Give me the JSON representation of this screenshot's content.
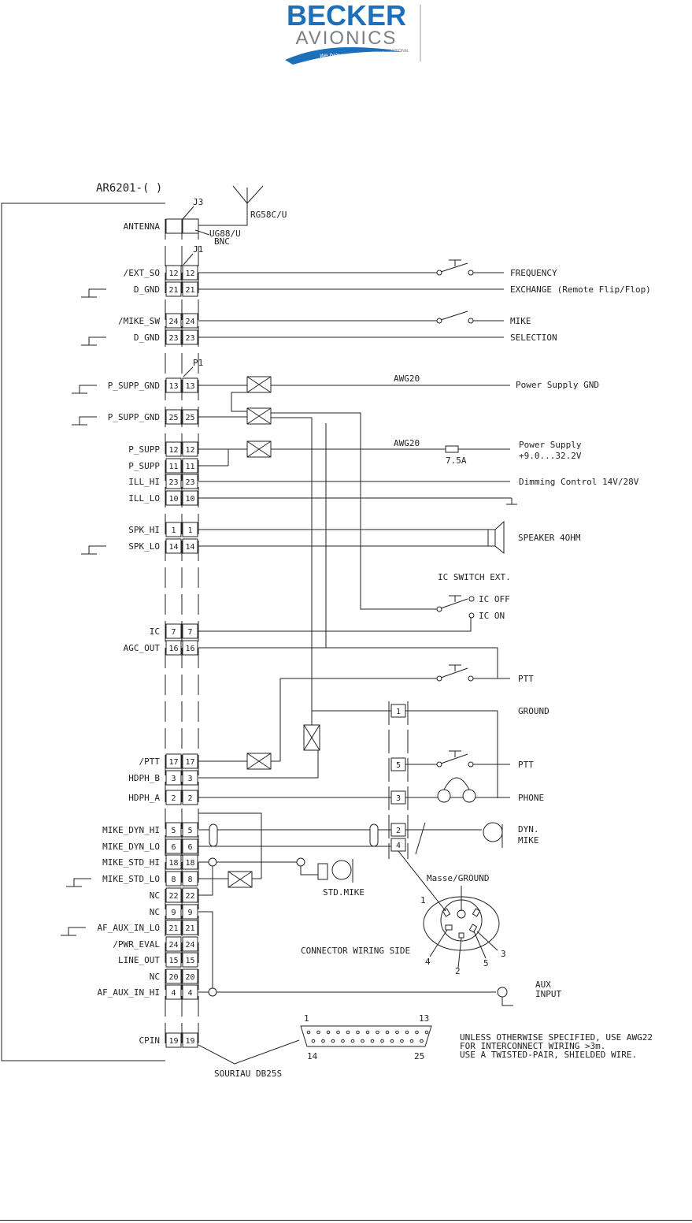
{
  "logo": {
    "line1": "BECKER",
    "line2": "AVIONICS",
    "tag": "INTERNATIONAL",
    "slogan": "we bring you home"
  },
  "unit_title": "AR6201-( )",
  "connectors": {
    "j3": "J3",
    "j1": "J1",
    "p1": "P1"
  },
  "antenna": {
    "label": "ANTENNA",
    "cable": "RG58C/U",
    "plug1": "UG88/U",
    "plug2": "BNC"
  },
  "colors": {
    "line": "#222222",
    "logo_blue": "#1c6fb8",
    "logo_gray": "#7a8088"
  },
  "j1_pins": [
    {
      "label": "/EXT_SO",
      "pin": "12",
      "gnd": false
    },
    {
      "label": "D_GND",
      "pin": "21",
      "gnd": true
    },
    {
      "label": "/MIKE_SW",
      "pin": "24",
      "gnd": false
    },
    {
      "label": "D_GND",
      "pin": "23",
      "gnd": true
    }
  ],
  "p1_pins": [
    {
      "label": "P_SUPP_GND",
      "pin": "13",
      "gnd": true
    },
    {
      "label": "P_SUPP_GND",
      "pin": "25",
      "gnd": true
    },
    {
      "label": "P_SUPP",
      "pin": "12",
      "gnd": false
    },
    {
      "label": "P_SUPP",
      "pin": "11",
      "gnd": false
    },
    {
      "label": "ILL_HI",
      "pin": "23",
      "gnd": false
    },
    {
      "label": "ILL_LO",
      "pin": "10",
      "gnd": false
    },
    {
      "label": "SPK_HI",
      "pin": "1",
      "gnd": false
    },
    {
      "label": "SPK_LO",
      "pin": "14",
      "gnd": true
    },
    {
      "label": "IC",
      "pin": "7",
      "gnd": false
    },
    {
      "label": "AGC_OUT",
      "pin": "16",
      "gnd": false
    },
    {
      "label": "/PTT",
      "pin": "17",
      "gnd": false
    },
    {
      "label": "HDPH_B",
      "pin": "3",
      "gnd": false
    },
    {
      "label": "HDPH_A",
      "pin": "2",
      "gnd": false
    },
    {
      "label": "MIKE_DYN_HI",
      "pin": "5",
      "gnd": false
    },
    {
      "label": "MIKE_DYN_LO",
      "pin": "6",
      "gnd": false
    },
    {
      "label": "MIKE_STD_HI",
      "pin": "18",
      "gnd": false
    },
    {
      "label": "MIKE_STD_LO",
      "pin": "8",
      "gnd": true
    },
    {
      "label": "NC",
      "pin": "22",
      "gnd": false
    },
    {
      "label": "NC",
      "pin": "9",
      "gnd": false
    },
    {
      "label": "AF_AUX_IN_LO",
      "pin": "21",
      "gnd": true
    },
    {
      "label": "/PWR_EVAL",
      "pin": "24",
      "gnd": false
    },
    {
      "label": "LINE_OUT",
      "pin": "15",
      "gnd": false
    },
    {
      "label": "NC",
      "pin": "20",
      "gnd": false
    },
    {
      "label": "AF_AUX_IN_HI",
      "pin": "4",
      "gnd": false
    },
    {
      "label": "CPIN",
      "pin": "19",
      "gnd": false
    }
  ],
  "right_labels": {
    "frequency": "FREQUENCY",
    "exchange": "EXCHANGE (Remote Flip/Flop)",
    "mike": "MIKE",
    "selection": "SELECTION",
    "awg1": "AWG20",
    "psu_gnd": "Power Supply GND",
    "awg2": "AWG20",
    "psu": "Power Supply",
    "psu_range": "+9.0...32.2V",
    "fuse": "7.5A",
    "dimming": "Dimming Control 14V/28V",
    "speaker": "SPEAKER 4OHM",
    "ic_switch": "IC SWITCH EXT.",
    "ic_off": "IC OFF",
    "ic_on": "IC ON",
    "ptt1": "PTT",
    "ground": "GROUND",
    "ptt2": "PTT",
    "phone": "PHONE",
    "dyn": "DYN.",
    "dyn_mike": "MIKE",
    "std_mike": "STD.MIKE",
    "masse": "Masse/GROUND",
    "wiring_side": "CONNECTOR WIRING SIDE",
    "aux": "AUX",
    "aux_input": "INPUT",
    "db_1": "1",
    "db_13": "13",
    "db_14": "14",
    "db_25": "25",
    "souriau": "SOURIAU DB25S",
    "note1": "UNLESS OTHERWISE SPECIFIED, USE AWG22",
    "note2": "FOR INTERCONNECT WIRING >3m.",
    "note3": "USE A TWISTED-PAIR, SHIELDED WIRE."
  },
  "headset_pins": [
    "1",
    "5",
    "3",
    "2",
    "4"
  ],
  "din_pins": [
    "1",
    "2",
    "3",
    "4",
    "5"
  ]
}
